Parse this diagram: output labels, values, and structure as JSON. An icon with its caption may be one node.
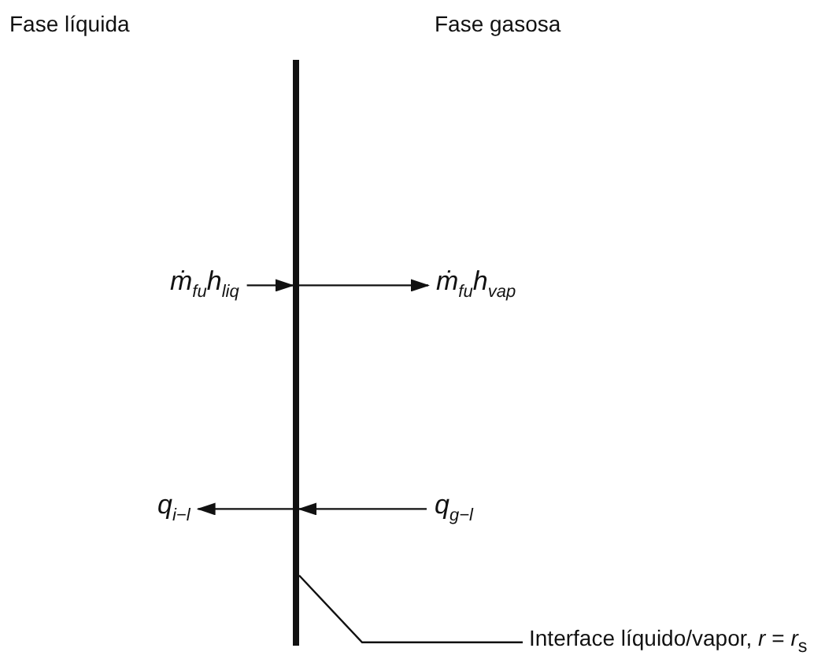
{
  "diagram": {
    "nodes": [
      {
        "text": [
          "ṁ$_{fu}$h$_{liq}$"
        ]
      },
      {
        "text": [
          "ṁ$_{fu}$h$_{vap}$"
        ]
      },
      {
        "text": [
          "q$_{i−l}$"
        ]
      },
      {
        "text": [
          "q$_{g−l}$"
        ]
      },
      {
        "text": [],
        "shape": "bar"
      },
      {
        "text": [
          "Interface líquido/vapor, *r* = *r*$_{s}$"
        ]
      }
    ],
    "edges": [
      {
        "from": 0,
        "to": 4,
        "arrow": "to"
      },
      {
        "from": 4,
        "to": 1,
        "arrow": "to"
      },
      {
        "from": 3,
        "to": 4,
        "arrow": "to"
      },
      {
        "from": 4,
        "to": 2,
        "arrow": "to"
      },
      {
        "from": 5,
        "to": 4,
        "arrow": "none"
      }
    ],
    "labels": [
      "Fase líquida",
      "Fase gasosa"
    ]
  }
}
